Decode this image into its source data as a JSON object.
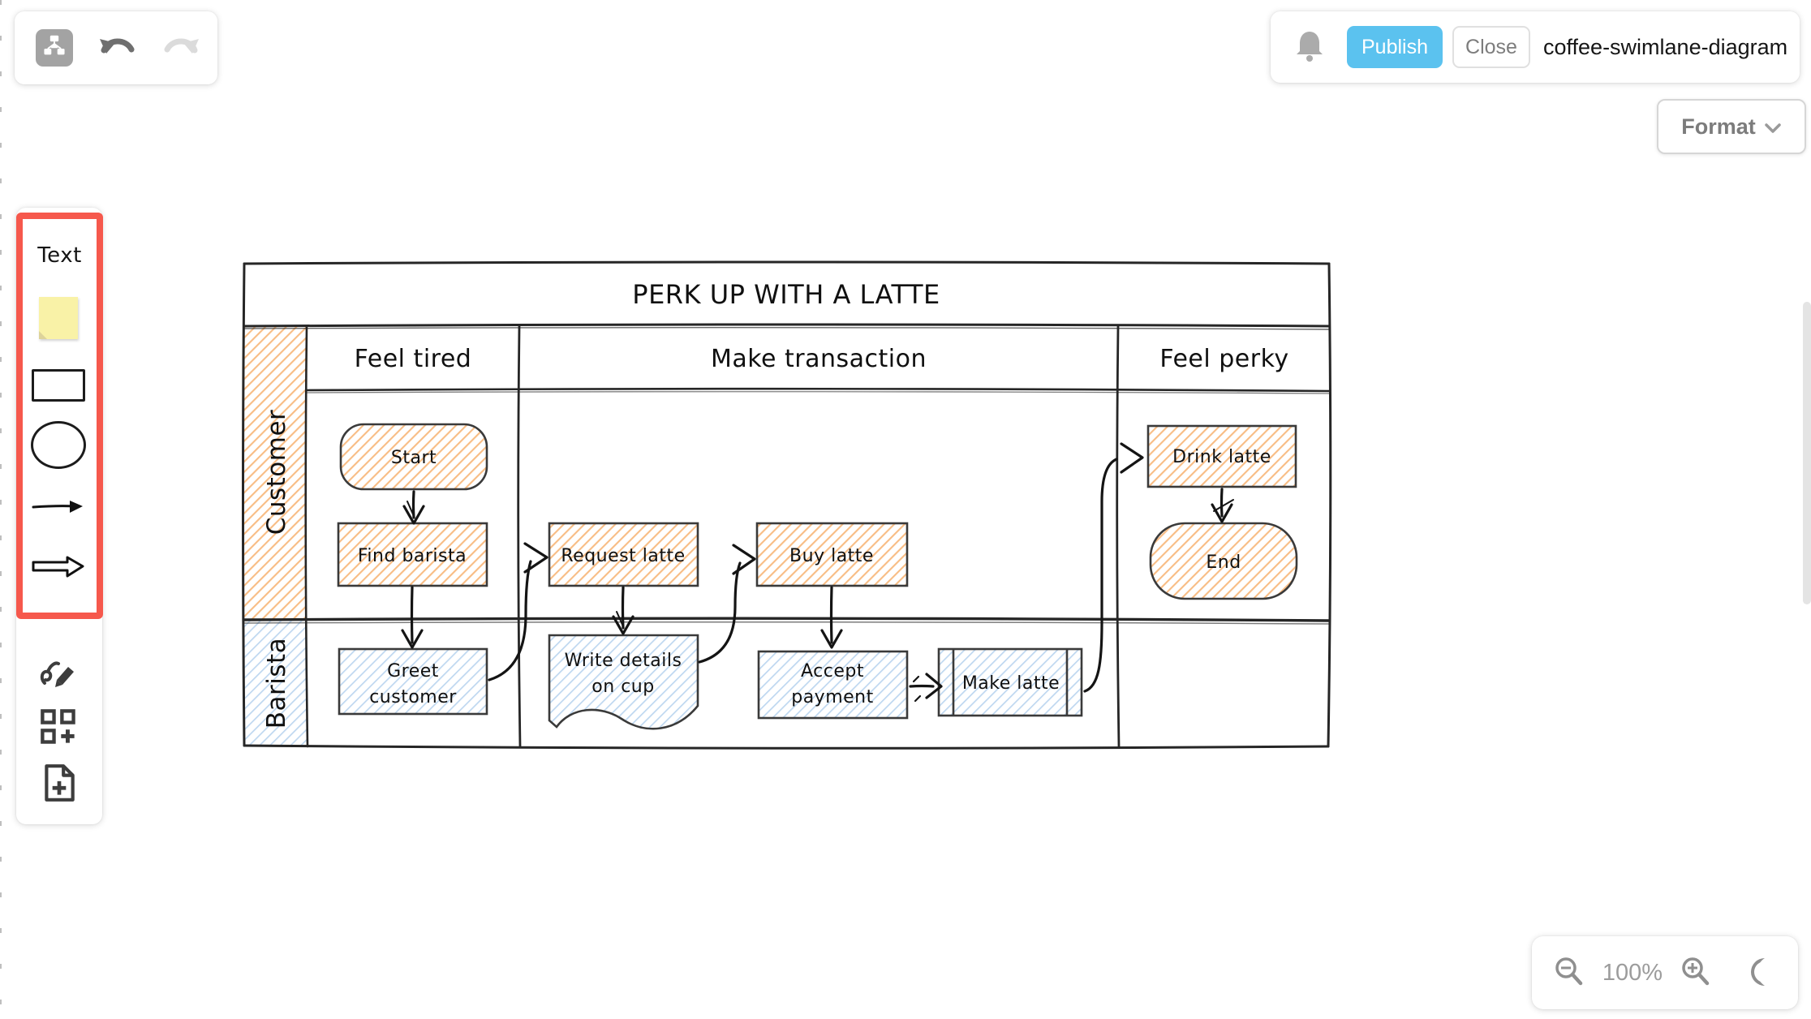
{
  "header": {
    "doc_title": "coffee-swimlane-diagram",
    "publish_label": "Publish",
    "close_label": "Close",
    "format_label": "Format",
    "left_tools": [
      "sitemap-icon",
      "undo-icon",
      "redo-icon"
    ],
    "right_tools": [
      "bell-icon"
    ]
  },
  "palette": {
    "text_label": "Text",
    "shape_tools": [
      "sticky-note",
      "rectangle",
      "ellipse",
      "arrow",
      "double-arrow"
    ],
    "lower_tools": [
      "freehand-draw",
      "more-shapes",
      "new-document"
    ],
    "highlight_color": "#f6584c"
  },
  "zoom_bar": {
    "zoom_level": "100%",
    "tools": [
      "zoom-out-icon",
      "zoom-in-icon",
      "dark-mode-moon-icon"
    ]
  },
  "diagram": {
    "title": "PERK UP WITH A LATTE",
    "columns": [
      "Feel tired",
      "Make transaction",
      "Feel perky"
    ],
    "lanes": [
      "Customer",
      "Barista"
    ],
    "nodes": [
      {
        "id": "start",
        "label": "Start",
        "lines": [
          "Start"
        ],
        "type": "terminator",
        "lane": "Customer",
        "column": "Feel tired"
      },
      {
        "id": "find-barista",
        "label": "Find barista",
        "lines": [
          "Find barista"
        ],
        "type": "process",
        "lane": "Customer",
        "column": "Feel tired"
      },
      {
        "id": "request-latte",
        "label": "Request latte",
        "lines": [
          "Request latte"
        ],
        "type": "process",
        "lane": "Customer",
        "column": "Make transaction"
      },
      {
        "id": "buy-latte",
        "label": "Buy latte",
        "lines": [
          "Buy latte"
        ],
        "type": "process",
        "lane": "Customer",
        "column": "Make transaction"
      },
      {
        "id": "drink-latte",
        "label": "Drink latte",
        "lines": [
          "Drink latte"
        ],
        "type": "process",
        "lane": "Customer",
        "column": "Feel perky"
      },
      {
        "id": "end",
        "label": "End",
        "lines": [
          "End"
        ],
        "type": "terminator",
        "lane": "Customer",
        "column": "Feel perky"
      },
      {
        "id": "greet-customer",
        "label": "Greet customer",
        "lines": [
          "Greet",
          "customer"
        ],
        "type": "process",
        "lane": "Barista",
        "column": "Feel tired"
      },
      {
        "id": "write-details",
        "label": "Write details on cup",
        "lines": [
          "Write details",
          "on cup"
        ],
        "type": "document",
        "lane": "Barista",
        "column": "Make transaction"
      },
      {
        "id": "accept-payment",
        "label": "Accept payment",
        "lines": [
          "Accept",
          "payment"
        ],
        "type": "process",
        "lane": "Barista",
        "column": "Make transaction"
      },
      {
        "id": "make-latte",
        "label": "Make latte",
        "lines": [
          "Make latte"
        ],
        "type": "subprocess",
        "lane": "Barista",
        "column": "Make transaction"
      }
    ],
    "edges": [
      {
        "from": "start",
        "to": "find-barista"
      },
      {
        "from": "find-barista",
        "to": "greet-customer"
      },
      {
        "from": "greet-customer",
        "to": "request-latte"
      },
      {
        "from": "request-latte",
        "to": "write-details"
      },
      {
        "from": "write-details",
        "to": "buy-latte"
      },
      {
        "from": "buy-latte",
        "to": "accept-payment"
      },
      {
        "from": "accept-payment",
        "to": "make-latte"
      },
      {
        "from": "make-latte",
        "to": "drink-latte"
      },
      {
        "from": "drink-latte",
        "to": "end"
      }
    ],
    "colors": {
      "customer_hatch": "#f7b26e",
      "barista_hatch": "#aecdea",
      "ink": "#2b2b2b",
      "publish_blue": "#5bc2ef",
      "highlight_red": "#f6584c",
      "sticky_yellow": "#f9f2a7"
    }
  }
}
